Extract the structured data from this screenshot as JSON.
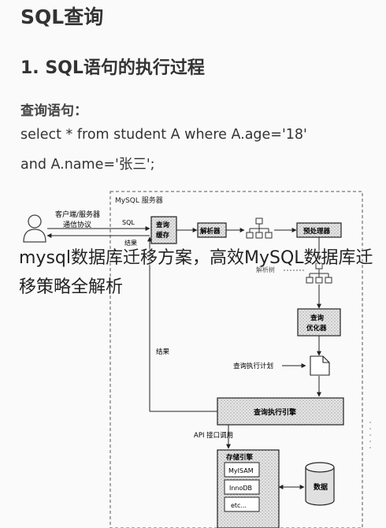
{
  "page": {
    "title": "SQL查询",
    "section_heading": "1. SQL语句的执行过程",
    "query_label": "查询语句：",
    "query_line1": "select * from student A where A.age='18'",
    "query_line2": "and A.name='张三';"
  },
  "diagram": {
    "server_label": "MySQL 服务器",
    "client_protocol_line1": "客户端/服务器",
    "client_protocol_line2": "通信协议",
    "sql_label": "SQL",
    "result_arrow_label": "结果",
    "query_cache_line1": "查询",
    "query_cache_line2": "缓存",
    "parser": "解析器",
    "preprocessor": "预处理器",
    "parse_tree": "解析树",
    "optimizer_line1": "查询",
    "optimizer_line2": "优化器",
    "result_label": "结果",
    "query_plan": "查询执行计划",
    "execution_engine": "查询执行引擎",
    "api_call": "API 接口调用",
    "storage_engine": "存储引擎",
    "engines": [
      "MyISAM",
      "InnoDB",
      "etc..."
    ],
    "data": "数据"
  },
  "overlay": {
    "caption": "mysql数据库迁移方案，高效MySQL数据库迁移策略全解析"
  }
}
